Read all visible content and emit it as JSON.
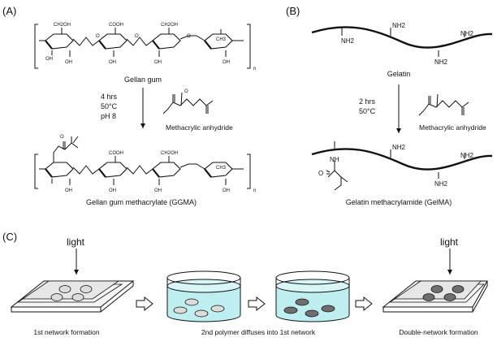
{
  "panels": {
    "a": {
      "label": "(A)",
      "polymer1_name": "Gellan gum",
      "conditions": [
        "4 hrs",
        "50°C",
        "pH 8"
      ],
      "reagent": "Methacrylic anhydride",
      "product_name": "Gellan gum methacrylate (GGMA)",
      "subscript_n": "n",
      "atoms": {
        "ch2oh": "CH2OH",
        "cooh": "COOH",
        "oh": "OH",
        "ch3": "CH3",
        "o": "O"
      }
    },
    "b": {
      "label": "(B)",
      "polymer_name": "Gelatin",
      "amine": "NH2",
      "amide_nh": "NH",
      "amide_o": "O",
      "conditions": [
        "2 hrs",
        "50°C"
      ],
      "reagent": "Methacrylic anhydride",
      "product_name": "Gelatin methacrylamide (GelMA)"
    },
    "c": {
      "label": "(C)",
      "light_label": "light",
      "step1_caption": "1st network formation",
      "step2_caption": "2nd polymer diffuses into 1st network",
      "step3_caption": "Double-network formation"
    }
  },
  "colors": {
    "line": "#111111",
    "water": "#bfeef0",
    "disc_light": "#dcdcdc",
    "disc_dark": "#6e6e6e",
    "slide": "#f4f4f4"
  }
}
